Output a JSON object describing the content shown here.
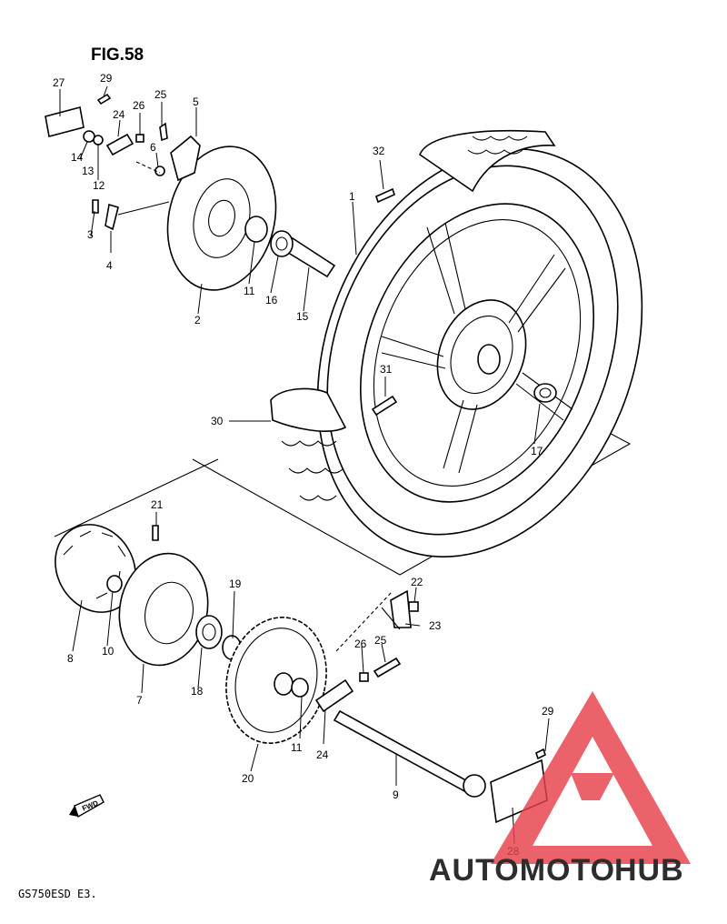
{
  "figure_title": "FIG.58",
  "model_code": "GS750ESD E3.",
  "fwd_label": "FWD",
  "watermark": {
    "part1": "AUTOMOTO",
    "part2": "HUB",
    "color1": "#f2b880",
    "color2": "#555555",
    "triangle_color": "#e8404a"
  },
  "part_labels": {
    "p1": "1",
    "p2": "2",
    "p3": "3",
    "p4": "4",
    "p5": "5",
    "p6": "6",
    "p7": "7",
    "p8": "8",
    "p9": "9",
    "p10": "10",
    "p11a": "11",
    "p11b": "11",
    "p12": "12",
    "p13": "13",
    "p14": "14",
    "p15": "15",
    "p16": "16",
    "p17": "17",
    "p18": "18",
    "p19": "19",
    "p20": "20",
    "p21": "21",
    "p22": "22",
    "p23": "23",
    "p24a": "24",
    "p24b": "24",
    "p25a": "25",
    "p25b": "25",
    "p26a": "26",
    "p26b": "26",
    "p27": "27",
    "p28": "28",
    "p29a": "29",
    "p29b": "29",
    "p30": "30",
    "p31": "31",
    "p32": "32"
  }
}
